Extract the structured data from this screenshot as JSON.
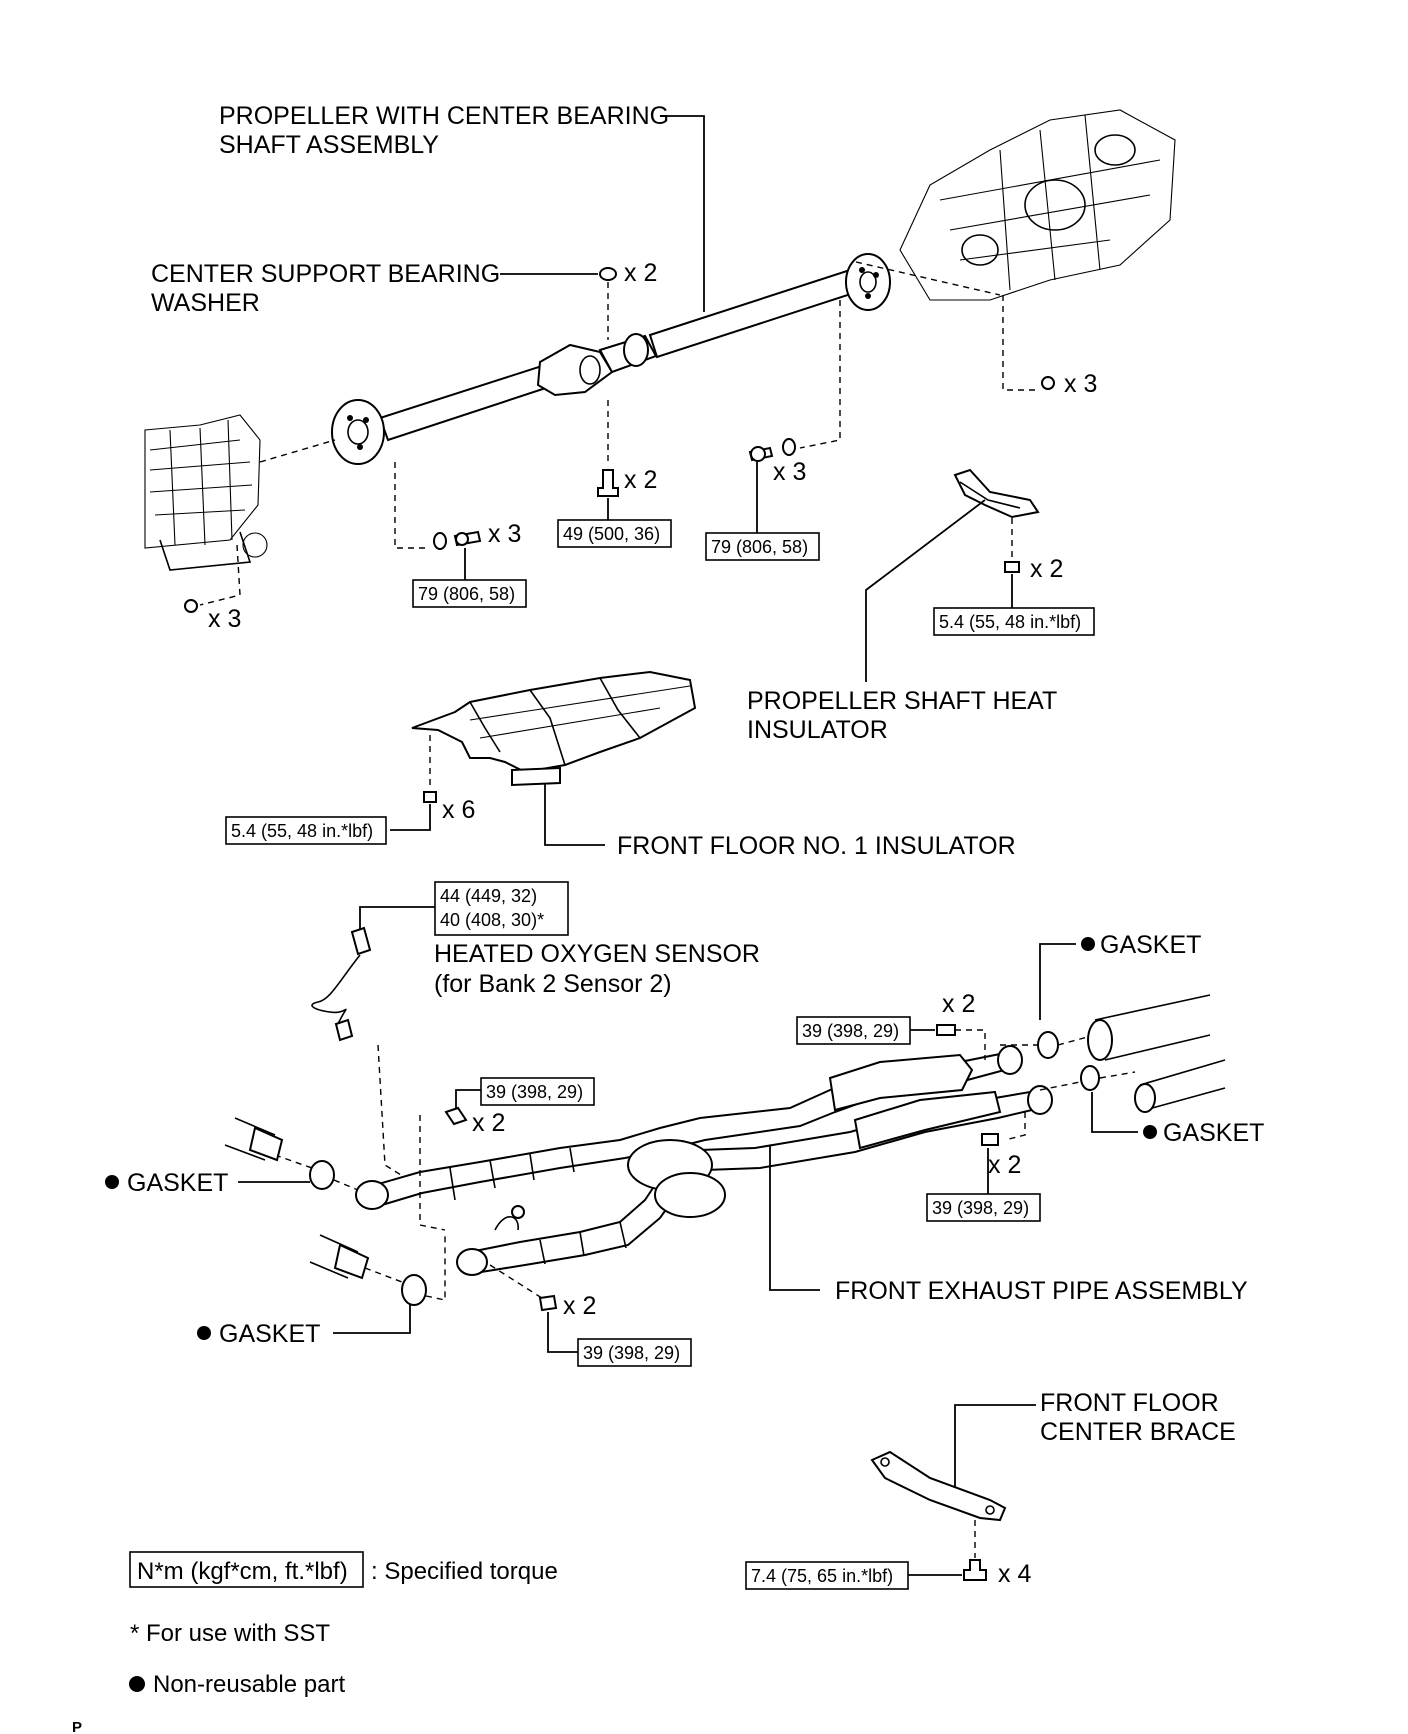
{
  "labels": {
    "propeller_1": "PROPELLER WITH CENTER BEARING",
    "propeller_2": "SHAFT ASSEMBLY",
    "center_washer_1": "CENTER SUPPORT BEARING",
    "center_washer_2": "WASHER",
    "heat_insulator_1": "PROPELLER SHAFT HEAT",
    "heat_insulator_2": "INSULATOR",
    "front_floor_insulator": "FRONT FLOOR NO. 1 INSULATOR",
    "oxygen_sensor_1": "HEATED OXYGEN SENSOR",
    "oxygen_sensor_2": "(for Bank 2 Sensor 2)",
    "gasket_top_right": "GASKET",
    "gasket_mid_right": "GASKET",
    "gasket_left_upper": "GASKET",
    "gasket_left_lower": "GASKET",
    "exhaust_pipe": "FRONT EXHAUST PIPE ASSEMBLY",
    "brace_1": "FRONT FLOOR",
    "brace_2": "CENTER BRACE"
  },
  "quantities": {
    "washer": "x 2",
    "nut_right": "x 3",
    "bolt_center": "x 2",
    "bolt_right": "x 3",
    "bolt_left": "x 3",
    "nut_left": "x 3",
    "insulator_nut": "x 2",
    "floor_nut": "x 6",
    "exh_top": "x 2",
    "exh_mid": "x 2",
    "exh_right": "x 2",
    "exh_bottom": "x 2",
    "brace_bolt": "x 4"
  },
  "torques": {
    "center_bolt": "49 (500, 36)",
    "right_bolt": "79 (806, 58)",
    "left_bolt": "79 (806, 58)",
    "insulator": "5.4 (55, 48 in.*lbf)",
    "floor": "5.4 (55, 48 in.*lbf)",
    "sensor_1": "44 (449, 32)",
    "sensor_2": "40 (408, 30)*",
    "exh_top": "39 (398, 29)",
    "exh_mid": "39 (398, 29)",
    "exh_right": "39 (398, 29)",
    "exh_bottom": "39 (398, 29)",
    "brace": "7.4 (75, 65 in.*lbf)"
  },
  "legend": {
    "torque_unit": "N*m (kgf*cm, ft.*lbf)",
    "torque_desc": ": Specified torque",
    "sst_note": "* For use with SST",
    "non_reusable": "Non-reusable part"
  },
  "footer": {
    "code": "P"
  }
}
